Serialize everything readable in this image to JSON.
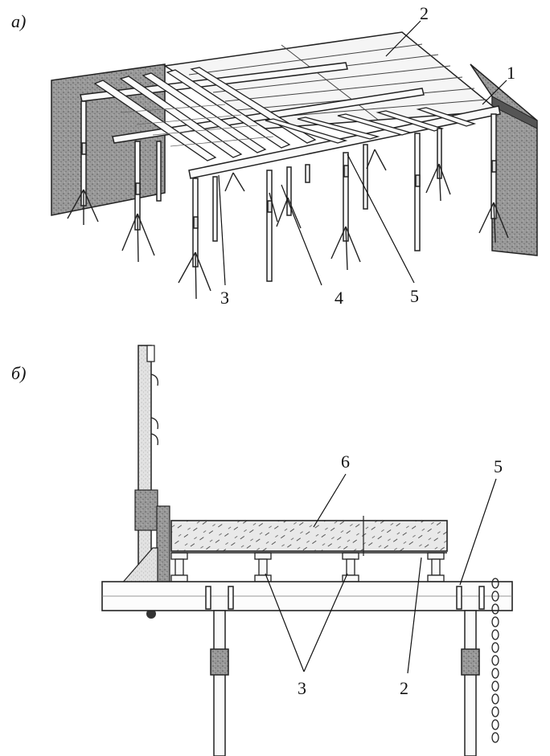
{
  "panels": {
    "a": "а)",
    "b": "б)"
  },
  "labels": {
    "a1": "1",
    "a2": "2",
    "a3": "3",
    "a4": "4",
    "a5": "5",
    "b6": "6",
    "b5": "5",
    "b3": "3",
    "b2": "2"
  },
  "colors": {
    "ink": "#1a1a1a",
    "wall": "#8f8f8f",
    "wall_dark": "#6e6e6e",
    "slab": "#e4e4e4",
    "board": "#f7f7f7"
  }
}
